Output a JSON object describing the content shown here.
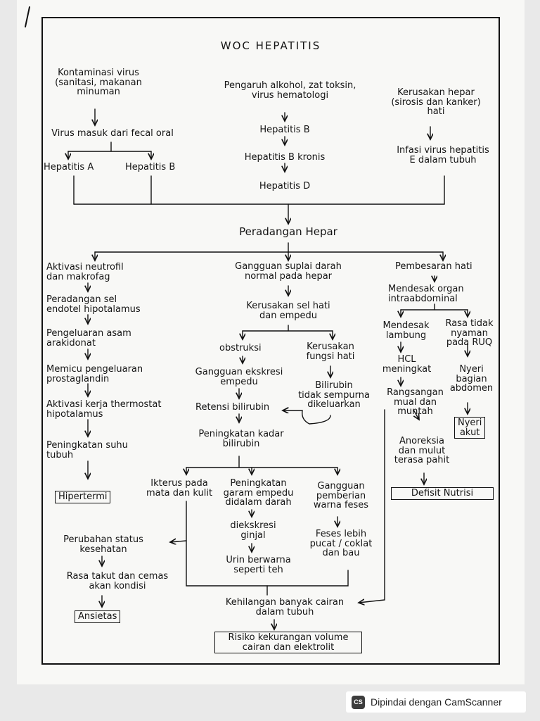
{
  "title": "WOC HEPATITIS",
  "nodes": {
    "kontaminasi": "Kontaminasi virus\n(sanitasi, makanan\nminuman",
    "virus_masuk": "Virus masuk dari fecal oral",
    "hepatitis_a": "Hepatitis A",
    "hepatitis_b_left": "Hepatitis B",
    "pengaruh": "Pengaruh alkohol, zat toksin,\nvirus hematologi",
    "hepatitis_b": "Hepatitis B",
    "hepatitis_b_kronis": "Hepatitis B kronis",
    "hepatitis_d": "Hepatitis D",
    "kerusakan_hepar": "Kerusakan hepar\n(sirosis dan kanker)\nhati",
    "infasi": "Infasi virus hepatitis\nE dalam tubuh",
    "peradangan_hepar": "Peradangan Hepar",
    "aktivasi": "Aktivasi neutrofil\ndan makrofag",
    "peradangan_sel": "Peradangan sel\nendotel hipotalamus",
    "pengeluaran": "Pengeluaran asam\narakidonat",
    "memicu": "Memicu pengeluaran\nprostaglandin",
    "aktivasi_kerja": "Aktivasi kerja thermostat\nhipotalamus",
    "peningkatan_suhu": "Peningkatan suhu\ntubuh",
    "hipertermi": "Hipertermi",
    "gangguan_suplai": "Gangguan suplai darah\nnormal pada hepar",
    "kerusakan_sel": "Kerusakan sel hati\ndan empedu",
    "obstruksi": "obstruksi",
    "kerusakan_fungsi": "Kerusakan\nfungsi hati",
    "gangguan_ekskresi": "Gangguan ekskresi\nempedu",
    "bilirubin_tidak": "Bilirubin\ntidak sempurna\ndikeluarkan",
    "retensi": "Retensi bilirubin",
    "peningkatan_kadar": "Peningkatan kadar\nbilirubin",
    "ikterus": "Ikterus pada\nmata dan kulit",
    "peningkatan_garam": "Peningkatan\ngaram empedu\ndidalam darah",
    "gangguan_pemberian": "Gangguan\npemberian\nwarna feses",
    "diekskresi": "diekskresi\nginjal",
    "feses": "Feses lebih\npucat / coklat\ndan bau",
    "urin": "Urin berwarna\nseperti teh",
    "perubahan": "Perubahan status\nkesehatan",
    "rasa_takut": "Rasa takut dan cemas\nakan kondisi",
    "ansietas": "Ansietas",
    "kehilangan": "Kehilangan banyak cairan\ndalam tubuh",
    "risiko": "Risiko kekurangan volume\ncairan dan elektrolit",
    "pembesaran": "Pembesaran hati",
    "mendesak_organ": "Mendesak organ\nintraabdominal",
    "mendesak_lambung": "Mendesak\nlambung",
    "rasa_tidak": "Rasa tidak\nnyaman\npada RUQ",
    "hcl": "HCL\nmeningkat",
    "nyeri_bagian": "Nyeri\nbagian\nabdomen",
    "rangsangan": "Rangsangan\nmual dan\nmuntah",
    "nyeri_akut": "Nyeri\nakut",
    "anoreksia": "Anoreksia\ndan mulut\nterasa pahit",
    "defisit": "Defisit Nutrisi"
  },
  "footer": {
    "logo": "CS",
    "text": "Dipindai dengan CamScanner"
  }
}
